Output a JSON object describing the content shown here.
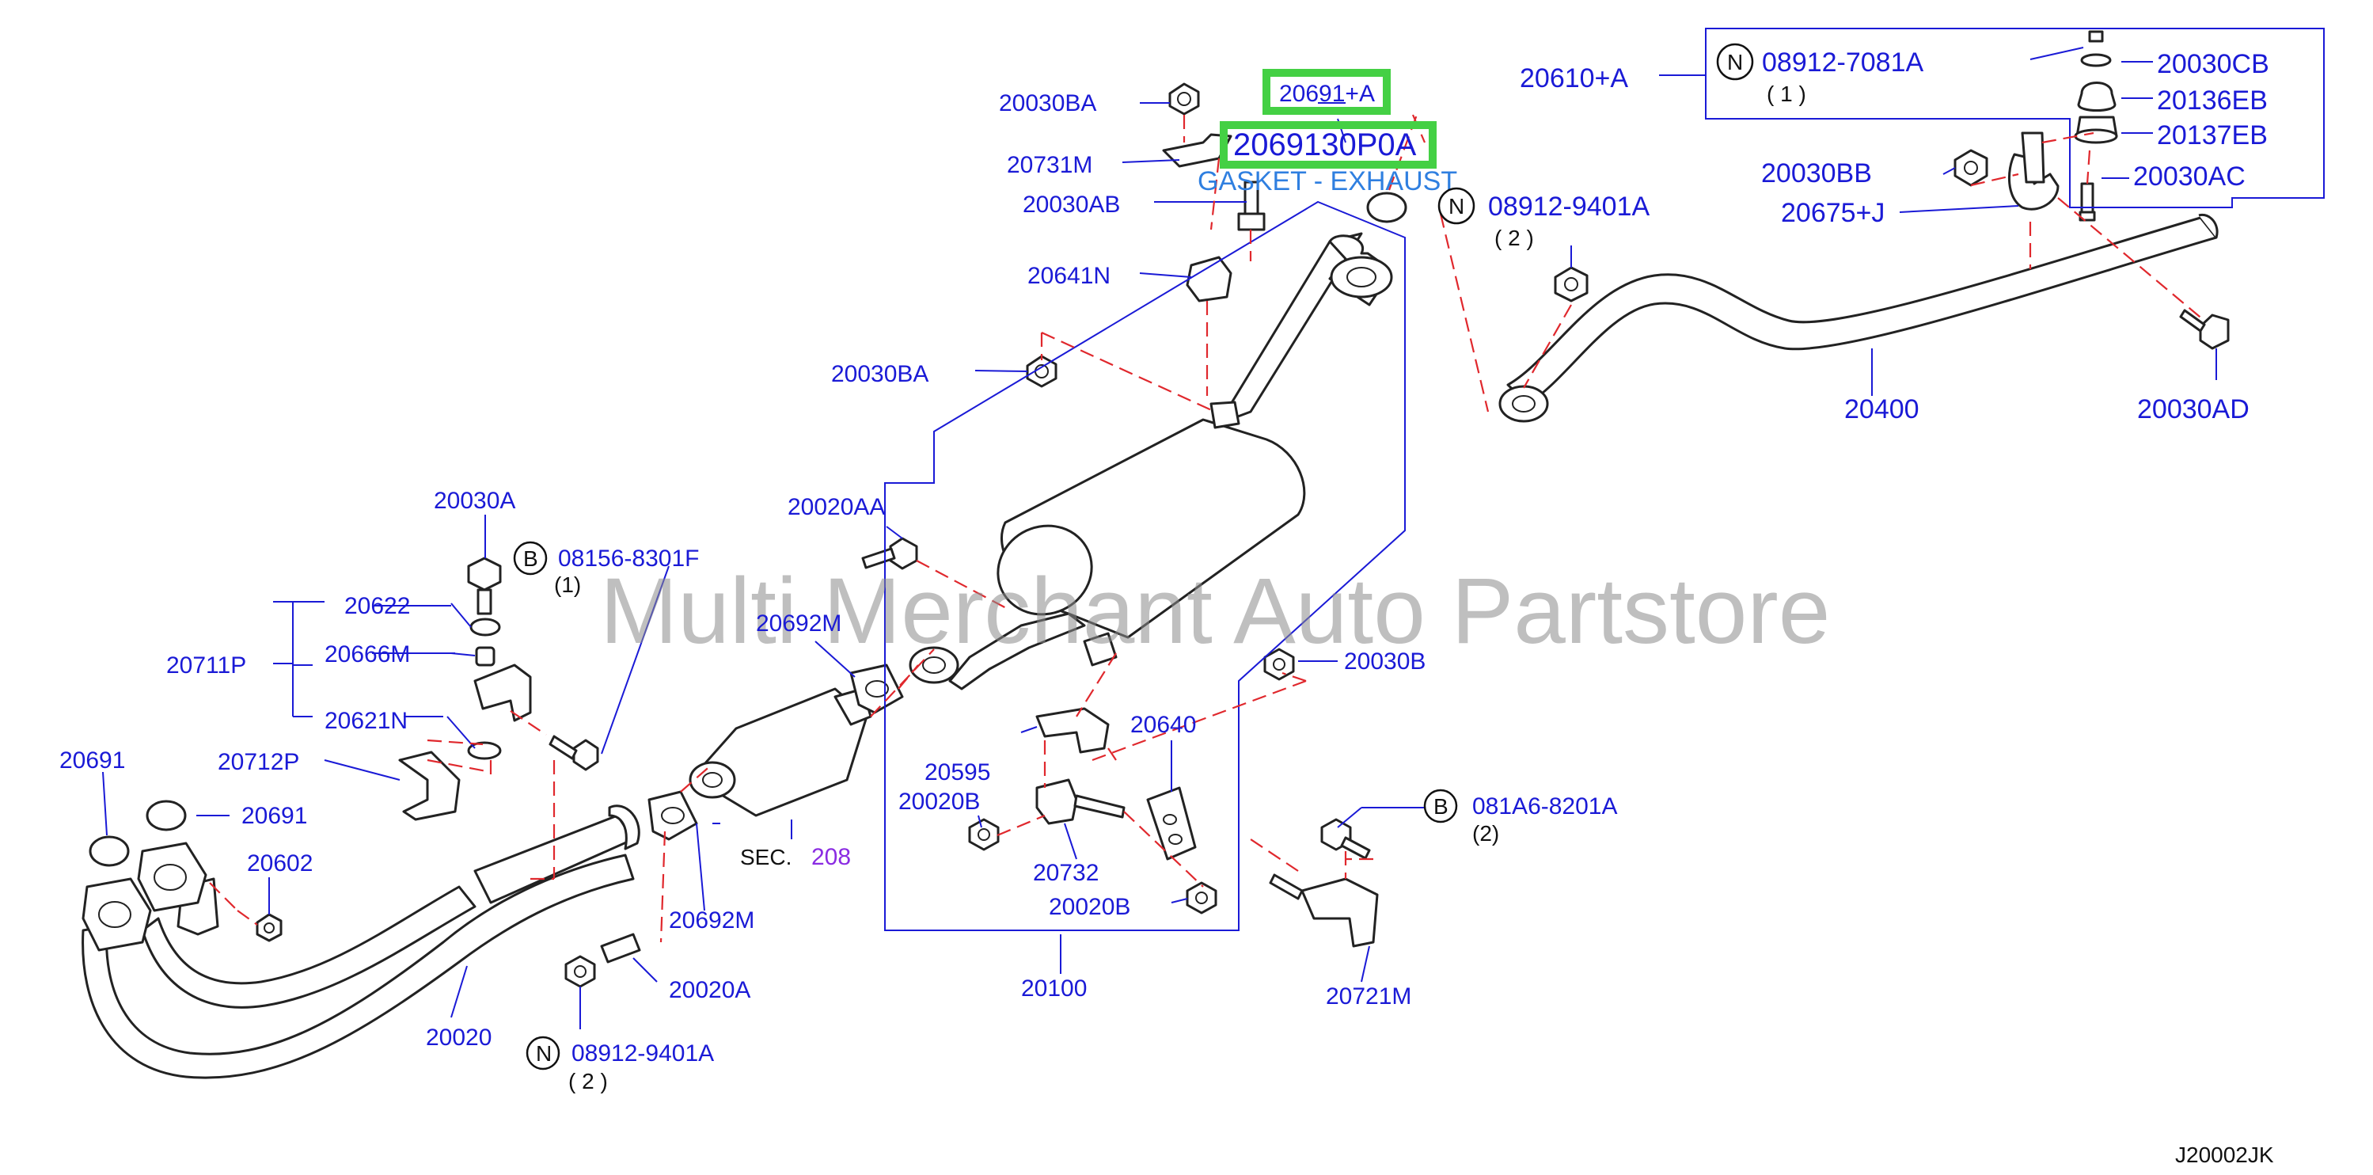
{
  "diagram": {
    "watermark": "Multi Merchant Auto Partstore",
    "diagram_code": "J20002JK",
    "highlight": {
      "part_a": "20691+A",
      "part_b": "2069130P0A",
      "description": "GASKET - EXHAUST"
    },
    "labels": {
      "l20030BA_top": "20030BA",
      "l20731M": "20731M",
      "l20030AB": "20030AB",
      "l20641N": "20641N",
      "l20030BA_mid": "20030BA",
      "l20610A": "20610+A",
      "l08912_7081A": "08912-7081A",
      "l08912_7081A_qty": "( 1 )",
      "l20030CB": "20030CB",
      "l20136EB": "20136EB",
      "l20137EB": "20137EB",
      "l20030BB": "20030BB",
      "l20675J": "20675+J",
      "l20030AC": "20030AC",
      "l08912_9401A_top": "08912-9401A",
      "l08912_9401A_top_qty": "( 2 )",
      "l20400": "20400",
      "l20030AD": "20030AD",
      "l20030A": "20030A",
      "l08156_8301F": "08156-8301F",
      "l08156_8301F_qty": "(1)",
      "l20622": "20622",
      "l20711P": "20711P",
      "l20666M": "20666M",
      "l20621N": "20621N",
      "l20712P": "20712P",
      "l20691_left": "20691",
      "l20691_mid": "20691",
      "l20602": "20602",
      "l20020AA": "20020AA",
      "l20692M_top": "20692M",
      "l20692M_bot": "20692M",
      "l20030B": "20030B",
      "l20640": "20640",
      "l20595": "20595",
      "l20020B": "20020B",
      "l20732": "20732",
      "l20020B_bot": "20020B",
      "l20100": "20100",
      "l081A6_8201A": "081A6-8201A",
      "l081A6_8201A_qty": "(2)",
      "l20721M": "20721M",
      "l20020A": "20020A",
      "l20020": "20020",
      "l08912_9401A_bot": "08912-9401A",
      "l08912_9401A_bot_qty": "( 2 )",
      "sec": "SEC.",
      "sec_num": "208"
    },
    "markers": {
      "N": "N",
      "B": "B"
    },
    "colors": {
      "label": "#1a1ad6",
      "dash": "#e0282d",
      "highlight": "#44d044",
      "description": "#2f7fe0"
    }
  }
}
